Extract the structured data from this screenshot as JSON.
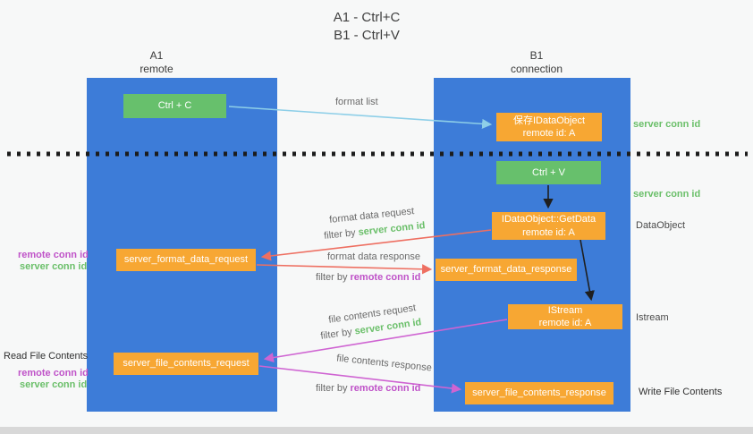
{
  "title": {
    "line1": "A1 - Ctrl+C",
    "line2": "B1 - Ctrl+V"
  },
  "lanes": {
    "left": {
      "title": "A1",
      "subtitle": "remote"
    },
    "right": {
      "title": "B1",
      "subtitle": "connection"
    }
  },
  "boxes": {
    "ctrl_c": {
      "label": "Ctrl + C"
    },
    "ctrl_v": {
      "label": "Ctrl + V"
    },
    "save_dataobject": {
      "line1": "保存IDataObject",
      "line2": "remote id: A"
    },
    "getdata": {
      "line1": "IDataObject::GetData",
      "line2": "remote id: A"
    },
    "istream": {
      "line1": "IStream",
      "line2": "remote id: A"
    },
    "format_request": {
      "label": "server_format_data_request"
    },
    "format_response": {
      "label": "server_format_data_response"
    },
    "file_request": {
      "label": "server_file_contents_request"
    },
    "file_response": {
      "label": "server_file_contents_response"
    }
  },
  "arrow_labels": {
    "format_list": "format list",
    "format_data_request": "format data request",
    "format_data_response": "format data response",
    "file_contents_request": "file contents request",
    "file_contents_response": "file contents response",
    "filter_by": "filter by",
    "server_conn_id": "server conn id",
    "remote_conn_id": "remote conn id"
  },
  "side_labels": {
    "server_conn_id_top": "server conn id",
    "server_conn_id_mid": "server conn id",
    "dataobject": "DataObject",
    "istream": "Istream",
    "read_file_contents": "Read File Contents",
    "write_file_contents": "Write File Contents",
    "remote_conn_id_1": "remote conn id",
    "server_conn_id_1": "server conn id",
    "remote_conn_id_2": "remote conn id",
    "server_conn_id_2": "server conn id"
  },
  "colors": {
    "lane": "#3d7cd8",
    "green_box": "#67c06c",
    "orange_box": "#f7a733",
    "light_blue_arrow": "#8ecfe8",
    "red_arrow": "#ee6f61",
    "magenta_arrow": "#cf64d2",
    "black_arrow": "#1f1f1f",
    "green_text": "#6abf69",
    "magenta_text": "#bf52c8"
  }
}
